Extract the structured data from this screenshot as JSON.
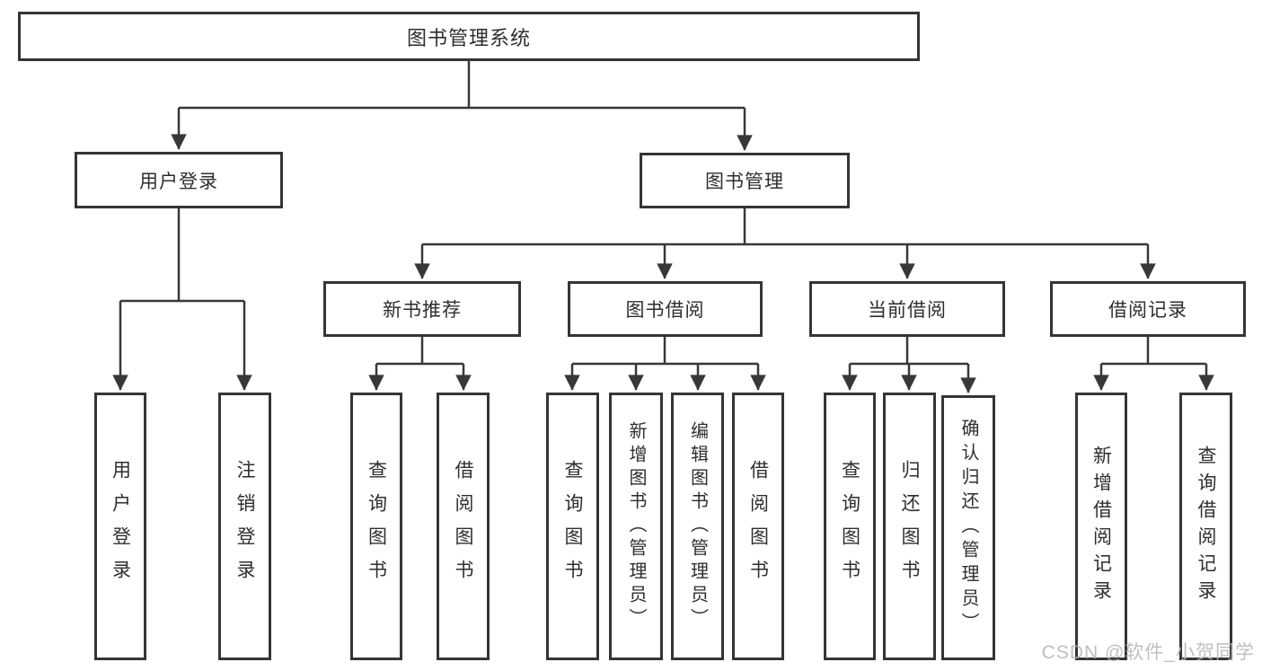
{
  "diagram": {
    "type": "hierarchy-tree",
    "colors": {
      "line": "#383838",
      "box_border": "#353535",
      "box_fill": "#ffffff",
      "text": "#2e2e2e",
      "watermark": "#b0b5ba"
    },
    "tree": {
      "root": {
        "label": "图书管理系统"
      },
      "children": [
        {
          "label": "用户登录",
          "children": [
            {
              "label": "用户登录"
            },
            {
              "label": "注销登录"
            }
          ]
        },
        {
          "label": "图书管理",
          "children": [
            {
              "label": "新书推荐",
              "children": [
                {
                  "label": "查询图书"
                },
                {
                  "label": "借阅图书"
                }
              ]
            },
            {
              "label": "图书借阅",
              "children": [
                {
                  "label": "查询图书"
                },
                {
                  "label": "新增图书（管理员）"
                },
                {
                  "label": "编辑图书（管理员）"
                },
                {
                  "label": "借阅图书"
                }
              ]
            },
            {
              "label": "当前借阅",
              "children": [
                {
                  "label": "查询图书"
                },
                {
                  "label": "归还图书"
                },
                {
                  "label": "确认归还（管理员）"
                }
              ]
            },
            {
              "label": "借阅记录",
              "children": [
                {
                  "label": "新增借阅记录"
                },
                {
                  "label": "查询借阅记录"
                }
              ]
            }
          ]
        }
      ]
    },
    "watermark": {
      "text": "CSDN @软件_小贺同学"
    }
  }
}
